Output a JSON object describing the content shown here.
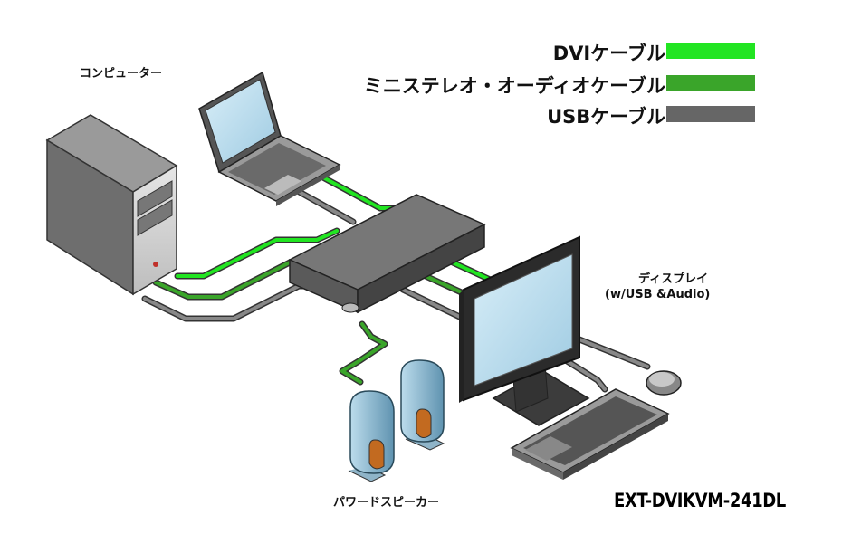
{
  "legend": {
    "items": [
      {
        "label": "DVIケーブル",
        "color": "#22e522"
      },
      {
        "label": "ミニステレオ・オーディオケーブル",
        "color": "#3aa52a"
      },
      {
        "label": "USBケーブル",
        "color": "#666666"
      }
    ]
  },
  "labels": {
    "computer": "コンピューター",
    "display_line1": "ディスプレイ",
    "display_line2": "(w/USB &Audio)",
    "speakers": "パワードスピーカー",
    "model": "EXT-DVIKVM-241DL"
  },
  "colors": {
    "dvi": "#22e522",
    "audio": "#3aa52a",
    "usb": "#666666",
    "screen": "#bfe0f0"
  }
}
